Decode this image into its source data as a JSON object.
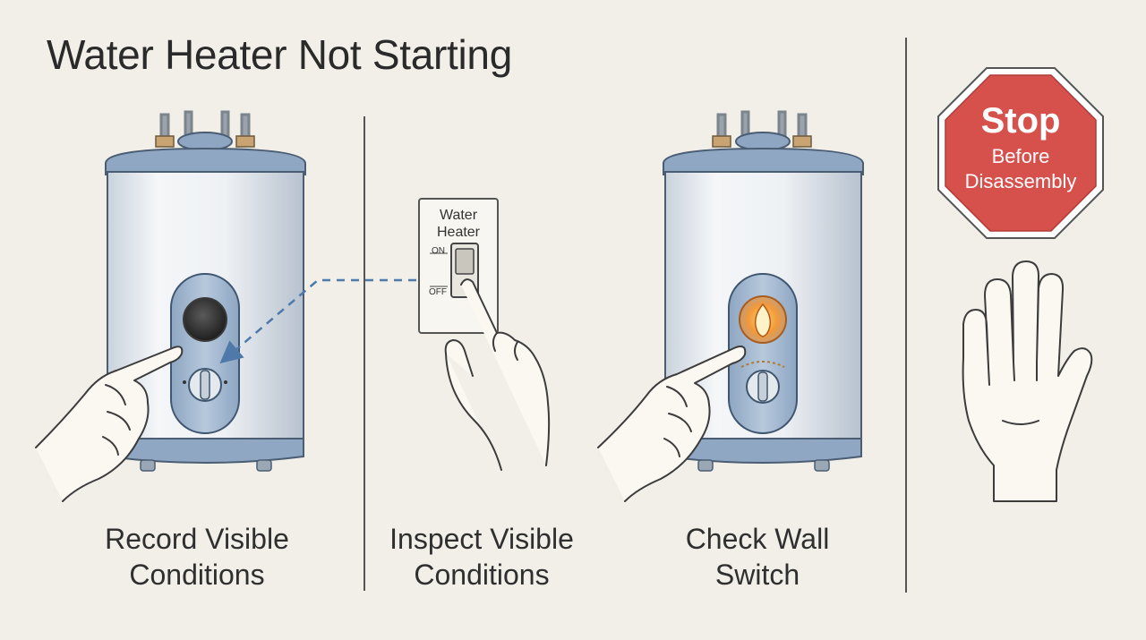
{
  "title": "Water Heater Not Starting",
  "switch_plate": {
    "label_line1": "Water",
    "label_line2": "Heater",
    "on_label": "ON",
    "off_label": "OFF"
  },
  "stop_sign": {
    "main": "Stop",
    "line1": "Before",
    "line2": "Disassembly",
    "color": "#d6504c"
  },
  "steps": [
    {
      "line1": "Record Visible",
      "line2": "Conditions"
    },
    {
      "line1": "Inspect Visible",
      "line2": "Conditions"
    },
    {
      "line1": "Check Wall",
      "line2": "Switch"
    }
  ],
  "icons": [
    "water-heater-icon",
    "wall-switch-icon",
    "pilot-flame-icon",
    "stop-sign-icon",
    "open-hand-icon",
    "pointing-hand-icon"
  ]
}
